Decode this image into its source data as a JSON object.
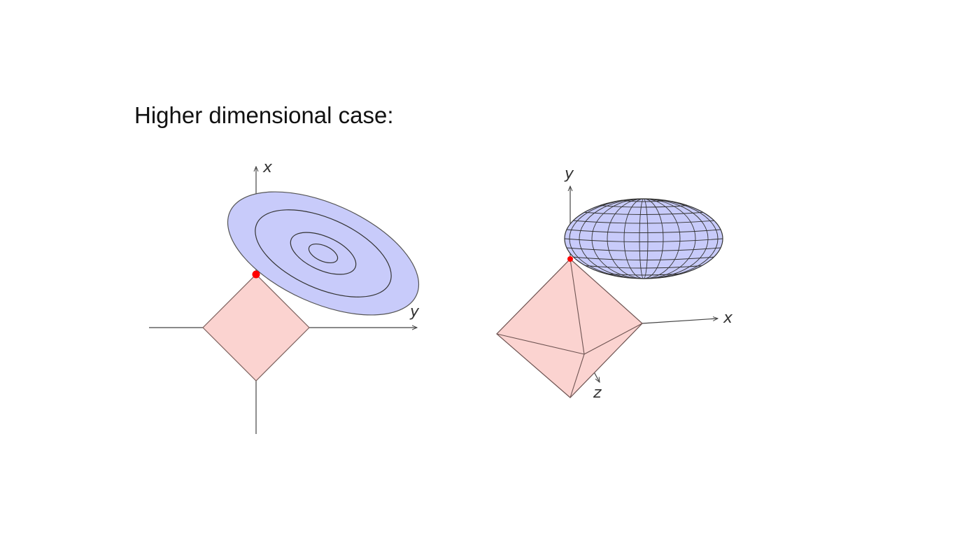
{
  "slide": {
    "title": "Higher dimensional case:"
  },
  "left_diagram": {
    "axis_x_label": "x",
    "axis_y_label": "y",
    "ellipse_fill": "#c8cbfa",
    "diamond_fill": "#fbd3d0",
    "contact_point_color": "#ff0000"
  },
  "right_diagram": {
    "axis_x_label": "x",
    "axis_y_label": "y",
    "axis_z_label": "z",
    "ellipsoid_fill": "#c8cbfa",
    "octahedron_fill": "#fbd3d0",
    "contact_point_color": "#ff0000"
  }
}
